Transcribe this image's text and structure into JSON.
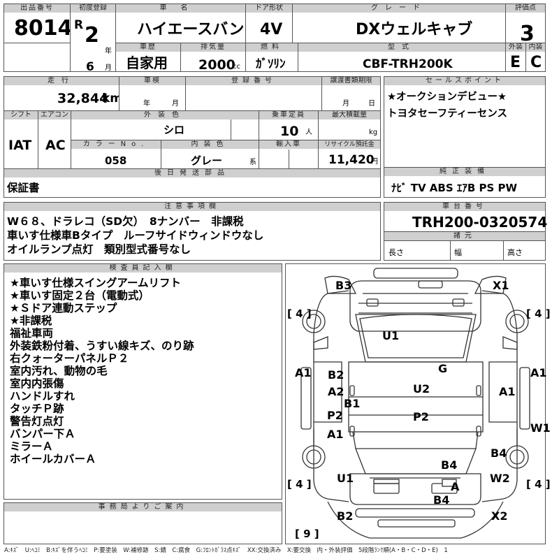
{
  "header": {
    "lot_no_label": "出品番号",
    "lot_no": "8014",
    "first_reg_label": "初度登録",
    "era": "R",
    "year": "2",
    "year_unit": "年",
    "month": "6",
    "month_unit": "月",
    "model_name_label": "車名",
    "model_name": "ハイエースバン",
    "door_label": "ドア形状",
    "door": "4V",
    "grade_label": "グレード",
    "grade": "DXウェルキャブ",
    "score_label": "評価点",
    "score": "3",
    "history_label": "車歴",
    "history": "自家用",
    "displacement_label": "排気量",
    "displacement": "2000",
    "displacement_unit": "cc",
    "fuel_label": "燃料",
    "fuel": "ｶﾞｿﾘﾝ",
    "type_label": "型式",
    "model_type": "CBF-TRH200K",
    "ext_label": "外装",
    "ext_score": "E",
    "int_label": "内装",
    "int_score": "C"
  },
  "row2": {
    "mileage_label": "走行",
    "mileage": "32,844",
    "mileage_unit": "km",
    "inspection_label": "車検",
    "year_unit": "年",
    "month_unit": "月",
    "reg_no_label": "登録番号",
    "transfer_label": "譲渡書類期限",
    "day_unit": "日",
    "selling_label": "セールスポイント",
    "selling_points": [
      "★オークションデビュー★",
      "トヨタセーフティーセンス"
    ]
  },
  "row3": {
    "shift_label": "シフト",
    "shift": "IAT",
    "ac_label": "エアコン",
    "ac": "AC",
    "color_label": "外装色",
    "color": "シロ",
    "capacity_label": "乗車定員",
    "capacity": "10",
    "capacity_unit": "人",
    "load_label": "最大積載量",
    "load_unit": "kg",
    "color_no_label": "カラーNo.",
    "color_no": "058",
    "interior_label": "内装色",
    "interior_color": "グレー",
    "interior_suffix": "系",
    "import_label": "輸入車",
    "recycle_label": "リサイクル預託金",
    "recycle": "11,420",
    "recycle_unit": "円"
  },
  "row4": {
    "later_label": "後日発送部品",
    "later": "保証書",
    "equip_label": "純正装備",
    "equip": "ﾅﾋﾞ TV ABS ｴｱB PS PW"
  },
  "notes": {
    "label": "注意事項欄",
    "lines": [
      "W６８、ドラレコ（SD欠）　8ナンバー　非課税",
      "車いす仕様車Bタイプ　ルーフサイドウィンドウなし",
      "オイルランプ点灯　類別型式番号なし"
    ]
  },
  "chassis": {
    "label": "車台番号",
    "number": "TRH200-0320574",
    "spec_label": "諸元",
    "length_label": "長さ",
    "width_label": "幅",
    "height_label": "高さ"
  },
  "inspector": {
    "label": "検査員記入欄",
    "lines": [
      "★車いす仕様スイングアームリフト",
      "★車いす固定２台（電動式）",
      "★Ｓドア連動ステップ",
      "★非課税",
      "福祉車両",
      "外装鉄粉付着、うすい線キズ、のり跡",
      "右クォーターパネルＰ２",
      "室内汚れ、動物の毛",
      "室内内張傷",
      "ハンドルすれ",
      "タッチＰ跡",
      "警告灯点灯",
      "バンパー下Ａ",
      "ミラーＡ",
      "ホイールカバーＡ"
    ]
  },
  "diagram": {
    "damage": [
      "B3",
      "X1",
      "U1",
      "G",
      "A1",
      "B2",
      "A2",
      "B1",
      "U2",
      "A1",
      "P2",
      "P2",
      "A1",
      "A1",
      "W1",
      "B4",
      "B4",
      "U1",
      "W2",
      "A",
      "B4",
      "B2",
      "X2"
    ],
    "tires": [
      "[ 4 ]",
      "[ 4 ]",
      "[ 4 ]",
      "[ 4 ]",
      "[ 9 ]"
    ]
  },
  "office": {
    "label": "事務局よりご案内"
  },
  "legend": "A:ｷｽﾞ　U:ﾍｺﾐ　B:ｷｽﾞを伴うﾍｺﾐ　P:要塗装　W:補修跡　S:錆　C:腐食　G:ﾌﾛﾝﾄｶﾞﾗｽ点ｷｽﾞ　XX:交換済み　X:要交換　内・外装評価　5段階ﾗﾝｸ順(A・B・C・D・E)　1"
}
